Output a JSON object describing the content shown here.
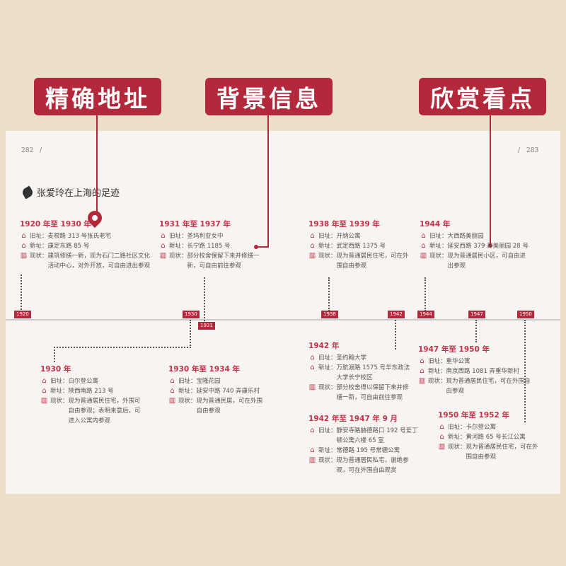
{
  "tags": [
    "精确地址",
    "背景信息",
    "欣赏看点"
  ],
  "page_left": "282　/",
  "page_right": "/　283",
  "title": "张爱玲在上海的足迹",
  "labels": {
    "old": "旧址：",
    "new": "新址：",
    "status": "现状："
  },
  "years": [
    "1920",
    "1930",
    "1931",
    "1938",
    "1942",
    "1944",
    "1947",
    "1950"
  ],
  "entries": [
    {
      "period": "1920 年至 1930 年",
      "old": "麦根路 313 号张氏老宅",
      "new": "康定东路 85 号",
      "status": "建筑修缮一新，现为石门二路社区文化活动中心，对外开放，可自由进出参观"
    },
    {
      "period": "1931 年至 1937 年",
      "old": "圣玛利亚女中",
      "new": "长宁路 1185 号",
      "status": "部分校舍保留下来并修缮一新，可自由前往参观"
    },
    {
      "period": "1938 年至 1939 年",
      "old": "开纳公寓",
      "new": "武定西路 1375 号",
      "status": "现为普通居民住宅，可在外围自由参观"
    },
    {
      "period": "1944 年",
      "old": "大西路美丽园",
      "new": "延安西路 379 弄美丽园 28 号",
      "status": "现为普通居民小区，可自由进出参观"
    },
    {
      "period": "1930 年",
      "old": "白尔登公寓",
      "new": "陕西南路 213 号",
      "status": "现为普通居民住宅，外围可自由参观；表明来意后，可进入公寓内参观"
    },
    {
      "period": "1930 年至 1934 年",
      "old": "宝隆花园",
      "new": "延安中路 740 弄康乐村",
      "status": "现为普通民居，可在外围自由参观"
    },
    {
      "period": "1942 年",
      "old": "圣约翰大学",
      "new": "万航渡路 1575 号华东政法大学长宁校区",
      "status": "部分校舍得以保留下来并修缮一新，可自由前往参观"
    },
    {
      "period": "1947 年至 1950 年",
      "old": "重华公寓",
      "new": "南京西路 1081 弄重华新村",
      "status": "现为普通居民住宅，可在外围自由参观"
    },
    {
      "period": "1942 年至 1947 年 9 月",
      "old": "静安寺路赫德路口 192 号爱丁顿公寓六楼 65 室",
      "new": "常德路 195 号常德公寓",
      "status": "现为普通居民私宅，谢绝参观，可在外围自由观赏"
    },
    {
      "period": "1950 年至 1952 年",
      "old": "卡尔登公寓",
      "new": "黄河路 65 号长江公寓",
      "status": "现为普通居民住宅，可在外围自由参观"
    }
  ]
}
